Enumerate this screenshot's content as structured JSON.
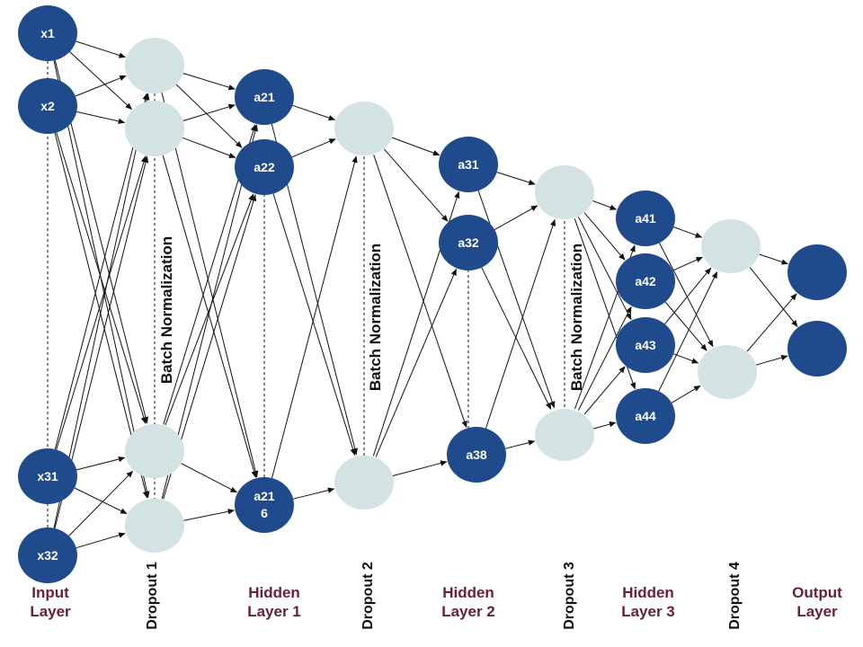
{
  "colors": {
    "neuron": "#1f4a8c",
    "dropout": "#d3e2e3",
    "edge": "#111111",
    "layer_label": "#6b1d3d"
  },
  "input_layer": {
    "label_line1": "Input",
    "label_line2": "Layer",
    "nodes": [
      "x1",
      "x2",
      "x31",
      "x32"
    ]
  },
  "dropout1": {
    "label": "Dropout 1"
  },
  "hidden1": {
    "label_line1": "Hidden",
    "label_line2": "Layer 1",
    "nodes": [
      "a21",
      "a22",
      "a21",
      "6"
    ]
  },
  "dropout2": {
    "label": "Dropout 2"
  },
  "hidden2": {
    "label_line1": "Hidden",
    "label_line2": "Layer 2",
    "nodes": [
      "a31",
      "a32",
      "a38"
    ]
  },
  "dropout3": {
    "label": "Dropout 3"
  },
  "hidden3": {
    "label_line1": "Hidden",
    "label_line2": "Layer 3",
    "nodes": [
      "a41",
      "a42",
      "a43",
      "a44"
    ]
  },
  "dropout4": {
    "label": "Dropout 4"
  },
  "output_layer": {
    "label_line1": "Output",
    "label_line2": "Layer"
  },
  "batch_norm": {
    "label1": "Batch Normalization",
    "label2": "Batch Normalization",
    "label3": "Batch Normalization"
  }
}
